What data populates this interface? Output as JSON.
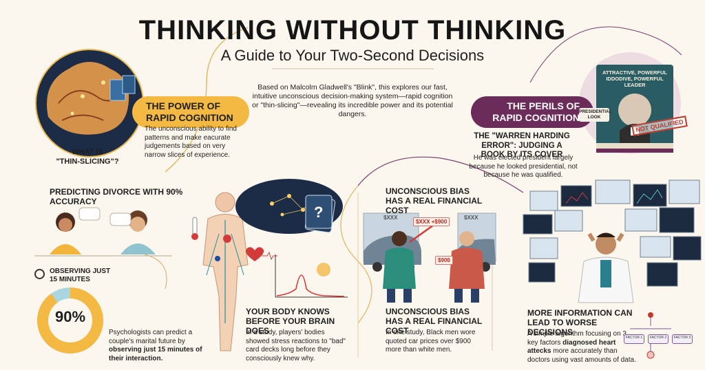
{
  "header": {
    "title": "THINKING WITHOUT THINKING",
    "subtitle": "A Guide to Your Two-Second Decisions"
  },
  "intro": "Based on Malcolm Gladwell's \"Blink\", this explores our fast, intuitive unconscious decision-making system—rapid cognition or \"thin-slicing\"—revealing its incredible power and its potential dangers.",
  "power": {
    "banner_line1": "THE POWER OF",
    "banner_line2": "RAPID COGNITION",
    "what_is_line1": "WHAT IS",
    "what_is_line2": "\"THIN-SLICING\"?",
    "description": "The unconscious ability to find patterns and make eacurate judgements based on very narrow slices of experience."
  },
  "perils": {
    "banner_line1": "THE PERILS OF",
    "banner_line2": "RAPID COGNITION",
    "heading": "THE \"WARREN HARDING ERROR\": JUDGING A BOOK BY ITS COVER",
    "description": "He was elected president largely because he looked presidential, not because he was qualified.",
    "book_title": "ATTRACTIVE, POWERFUL IDDODIVE, POWERFUL LEADER",
    "book_label": "PRESIDENTIAL LOOK",
    "stamp": "NOT QUALIFIED"
  },
  "divorce": {
    "heading": "PREDICTING DIVORCE WITH 90% ACCURACY",
    "observe_line1": "OBSERVING JUST",
    "observe_line2": "15 MINUTES",
    "donut_label": "90%",
    "donut_fraction": 0.9,
    "description_plain": "Psychologists can predict a couple's marital future by",
    "description_bold": "observing just 15 minutes of their interaction."
  },
  "body": {
    "heading": "YOUR BODY KNOWS BEFORE YOUR BRAIN DOES",
    "description": "In a study, players' bodies showed stress reactions to \"bad\" card decks long before they consciously knew why."
  },
  "bias": {
    "heading_top": "UNCONSCIOUS BIAS HAS A REAL FINANCIAL COST",
    "heading_bottom": "UNCONSCIOUS BIAS HAS A REAL FINANCIAL COST",
    "description": "In one study, Black men wore quoted car prices over $900 more than white men.",
    "price_left": "$XXX",
    "price_right": "$XXX",
    "tag_top": "$XXX",
    "tag_top_sub": "+$900",
    "tag_bottom": "$900"
  },
  "info": {
    "heading": "MORE INFORMATION CAN LEAD TO WORSE DECISIONS",
    "description_plain1": "A simple algorithm focusing on 3 key factors",
    "description_bold": "diagnosed heart attecks",
    "description_plain2": "more accurately than doctors using vast amounts of data.",
    "factor_1": "FACTOR 1",
    "factor_2": "FACTOR 2",
    "factor_3": "FACTOR 3"
  },
  "colors": {
    "background": "#fbf7ee",
    "accent_gold": "#f4b942",
    "accent_plum": "#6b2c5a",
    "teal": "#2a8e9a",
    "navy": "#12243f"
  },
  "icons": [
    "brain-icon",
    "clock-icon",
    "card-deck-icon",
    "heart-icon",
    "car-icon",
    "book-icon",
    "monitor-icon",
    "flowchart-icon"
  ]
}
